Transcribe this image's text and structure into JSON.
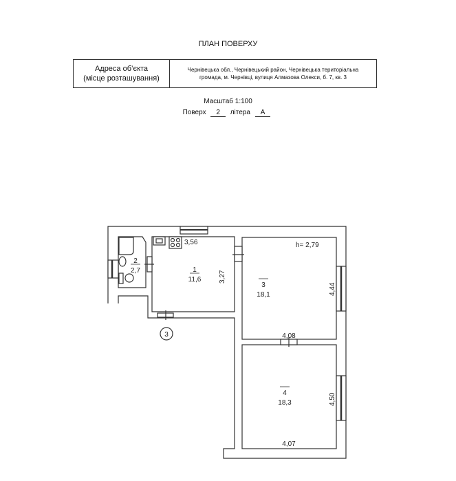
{
  "title": "ПЛАН ПОВЕРХУ",
  "address": {
    "label_line1": "Адреса об’єкта",
    "label_line2": "(місце розташування)",
    "value_line1": "Чернівецька обл., Чернівецький район, Чернівецька територіальна",
    "value_line2": "громада, м. Чернівці, вулиця  Алмазова Олекси, б. 7, кв. 3"
  },
  "scale": "Масштаб 1:100",
  "floor": {
    "label": "Поверх",
    "value": "2",
    "letter_label": "літера",
    "letter_value": "А"
  },
  "plan": {
    "height_label": "h= 2,79",
    "apartment_marker": "3",
    "rooms": [
      {
        "number": "1",
        "area": "11,6"
      },
      {
        "number": "2",
        "area": "2,7"
      },
      {
        "number": "3",
        "area": "18,1"
      },
      {
        "number": "4",
        "area": "18,3"
      }
    ],
    "dimensions": {
      "room1_width": "3,56",
      "room1_depth": "3,27",
      "room3_depth": "4,44",
      "room3_width": "4,08",
      "room4_depth": "4,50",
      "room4_width": "4,07"
    }
  }
}
